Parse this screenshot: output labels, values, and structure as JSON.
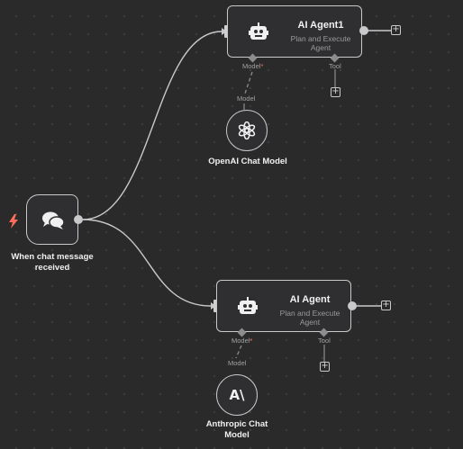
{
  "canvas": {
    "background": "#2a2a2a",
    "node_border": "#c9c9cc",
    "required_color": "#ff6d6d"
  },
  "trigger": {
    "label": "When chat message received",
    "icon": "chat-bubbles-icon",
    "badge_icon": "lightning-icon"
  },
  "agent1": {
    "title": "AI Agent1",
    "subtitle": "Plan and Execute Agent",
    "model_label": "Model",
    "tool_label": "Tool",
    "required_mark": "*"
  },
  "agent2": {
    "title": "AI Agent",
    "subtitle": "Plan and Execute Agent",
    "model_label": "Model",
    "tool_label": "Tool",
    "required_mark": "*"
  },
  "openai": {
    "label": "OpenAI Chat Model",
    "port_label": "Model",
    "icon": "openai-icon"
  },
  "anthropic": {
    "label": "Anthropic Chat Model",
    "port_label": "Model",
    "icon": "anthropic-icon",
    "glyph": "A\\"
  },
  "add_symbol": "+"
}
